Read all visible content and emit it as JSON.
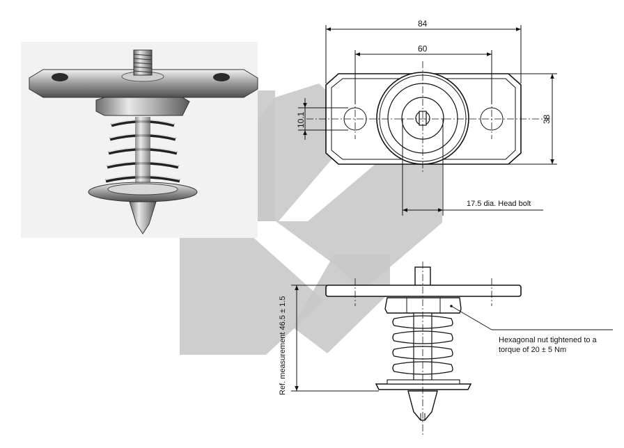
{
  "dimensions": {
    "overall_width": "84",
    "hole_spacing": "60",
    "hole_diameter": "10.1",
    "height": "38",
    "head_bolt": "17.5 dia. Head bolt",
    "ref_measurement": "Ref. measurement 46.5 ± 1.5"
  },
  "annotations": {
    "nut_note_line1": "Hexagonal nut tightened to a",
    "nut_note_line2": "torque of 20 ± 5 Nm"
  },
  "colors": {
    "background": "#ffffff",
    "line": "#111111",
    "watermark": "#c8c8c8",
    "photo_bg": "#f2f2f2"
  }
}
